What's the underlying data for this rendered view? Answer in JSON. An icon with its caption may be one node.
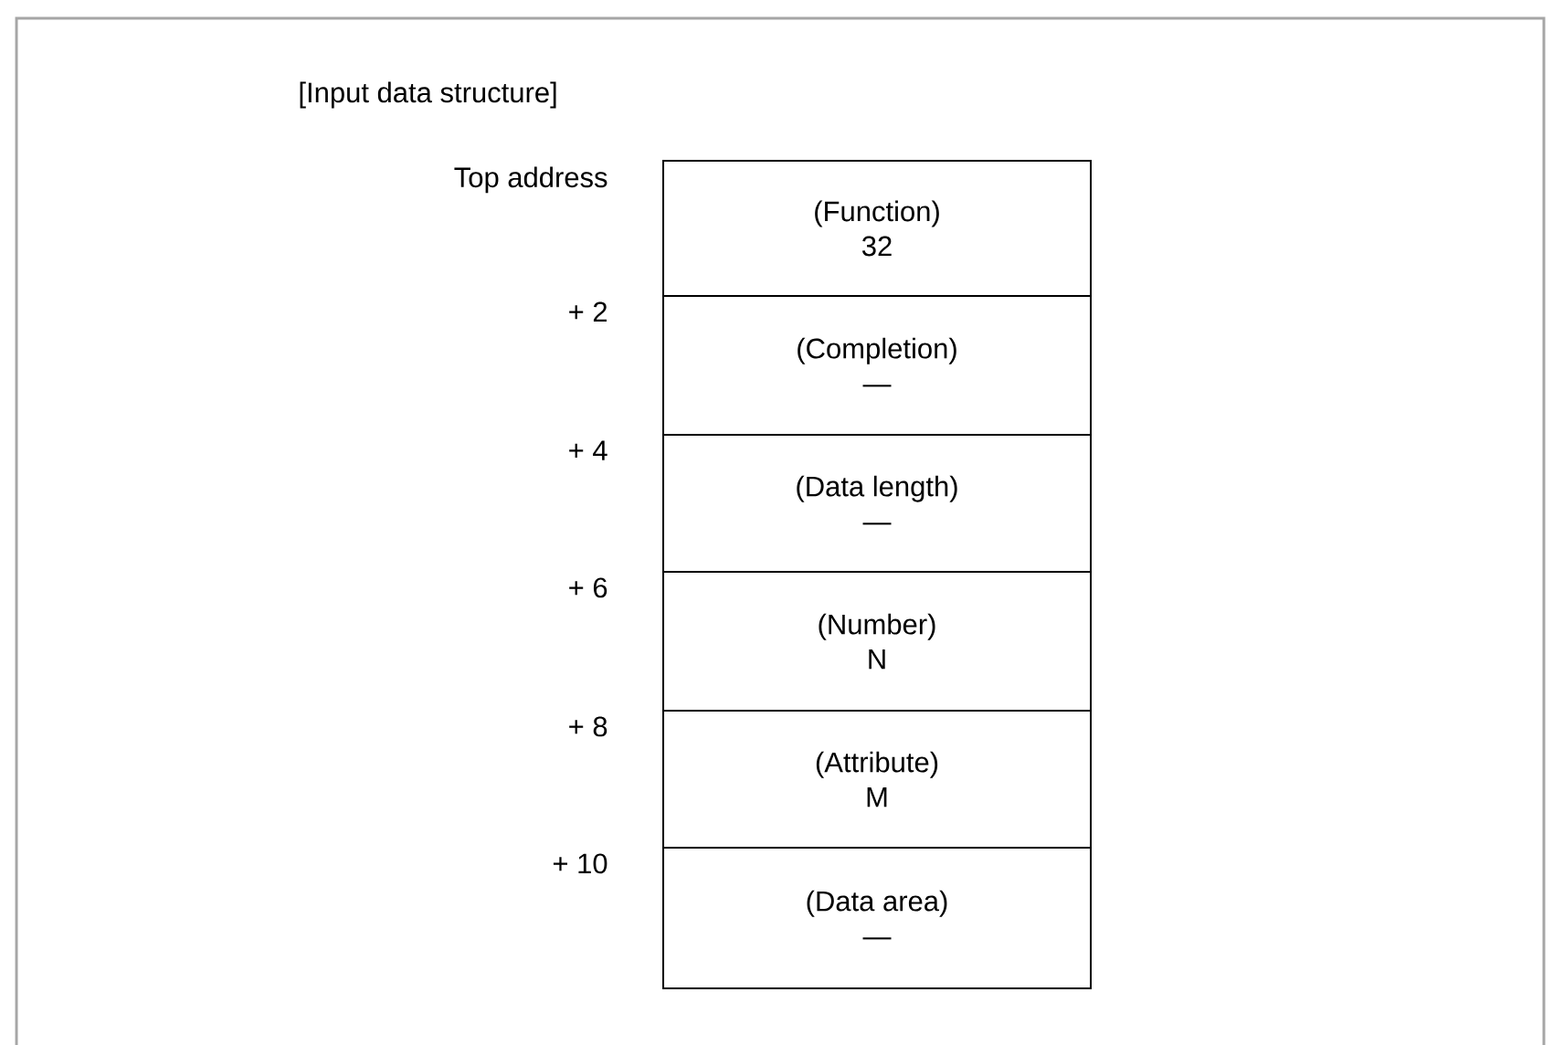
{
  "diagram": {
    "title": "[Input data structure]",
    "nodes": [
      {
        "text": [
          "(Function)",
          "32"
        ]
      },
      {
        "text": [
          "(Completion)",
          "—"
        ]
      },
      {
        "text": [
          "(Data length)",
          "—"
        ]
      },
      {
        "text": [
          "(Number)",
          "N"
        ]
      },
      {
        "text": [
          "(Attribute)",
          "M"
        ]
      },
      {
        "text": [
          "(Data area)",
          "—"
        ]
      }
    ],
    "labels": [
      "Top address",
      "+ 2",
      "+ 4",
      "+ 6",
      "+ 8",
      "+ 10"
    ]
  }
}
